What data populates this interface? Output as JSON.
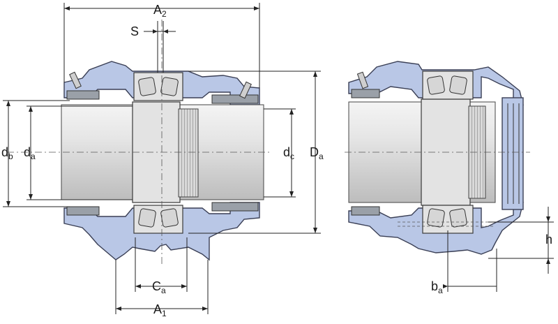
{
  "labels": {
    "A2": {
      "main": "A",
      "sub": "2"
    },
    "S": {
      "main": "S",
      "sub": ""
    },
    "db": {
      "main": "d",
      "sub": "b"
    },
    "da": {
      "main": "d",
      "sub": "a"
    },
    "dc": {
      "main": "d",
      "sub": "c"
    },
    "Da": {
      "main": "D",
      "sub": "a"
    },
    "Ca": {
      "main": "C",
      "sub": "a"
    },
    "A1": {
      "main": "A",
      "sub": "1"
    },
    "ba": {
      "main": "b",
      "sub": "a"
    },
    "h": {
      "main": "h",
      "sub": ""
    }
  },
  "colors": {
    "housing": "#b9c7e6",
    "steel": "#e3e3e3",
    "outline": "#3a3f55"
  }
}
